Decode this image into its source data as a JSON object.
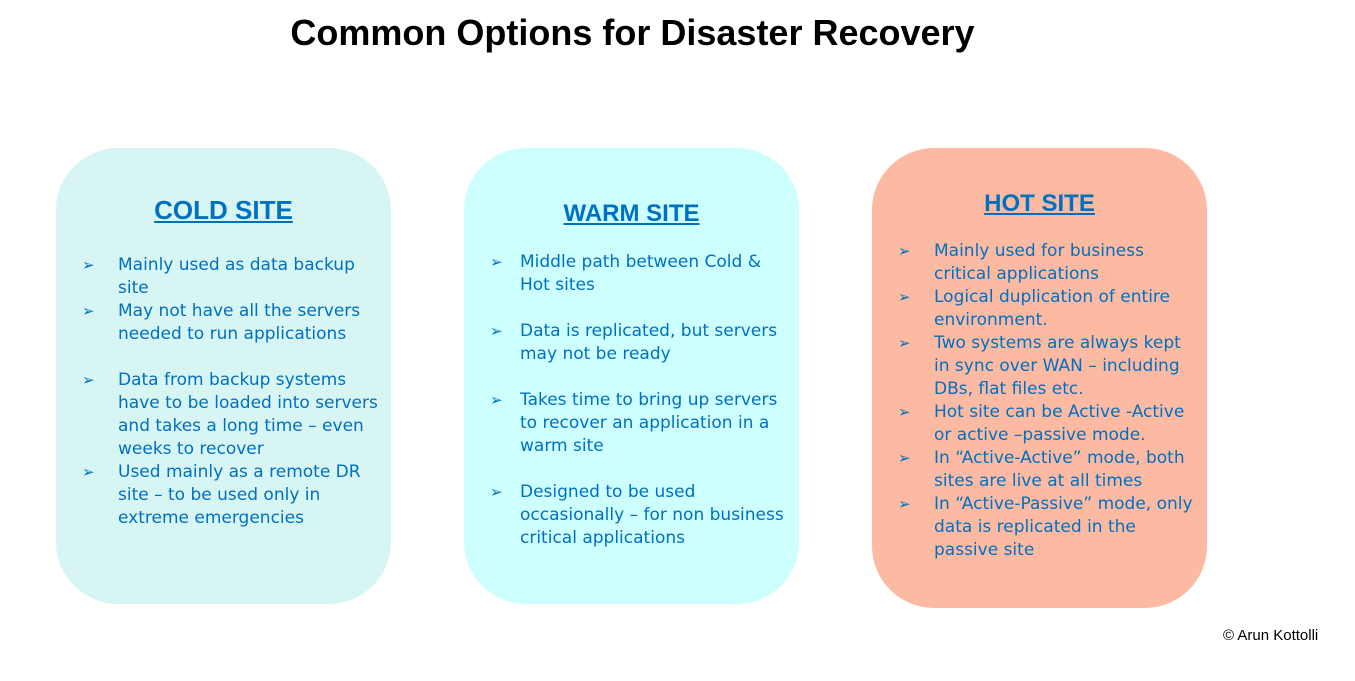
{
  "title": "Common Options for Disaster Recovery",
  "cards": [
    {
      "title": "COLD SITE",
      "background": "#d6f5f3",
      "bullets": [
        "Mainly used as data backup site",
        "May not have all the servers needed to run applications",
        "Data from backup systems have to be loaded into servers and takes a long time – even weeks to recover",
        "Used mainly as a remote DR site – to be used only in extreme emergencies"
      ]
    },
    {
      "title": "WARM SITE",
      "background": "#ccfffe",
      "bullets": [
        "Middle path between Cold & Hot sites",
        "Data is replicated, but servers may not be ready",
        "Takes time to bring up servers to recover an application in a warm site",
        "Designed to be used occasionally – for non business critical applications"
      ]
    },
    {
      "title": "HOT SITE",
      "background": "#fdbaa3",
      "bullets": [
        "Mainly used for business critical applications",
        "Logical duplication of entire environment.",
        "Two systems are always kept in sync over WAN – including DBs, flat files etc.",
        "Hot site can be Active -Active or active –passive mode.",
        "In “Active-Active” mode, both sites are live at all times",
        "In “Active-Passive” mode, only data is replicated in the passive site"
      ]
    }
  ],
  "arrow_glyph": "➢",
  "copyright": "© Arun  Kottolli"
}
